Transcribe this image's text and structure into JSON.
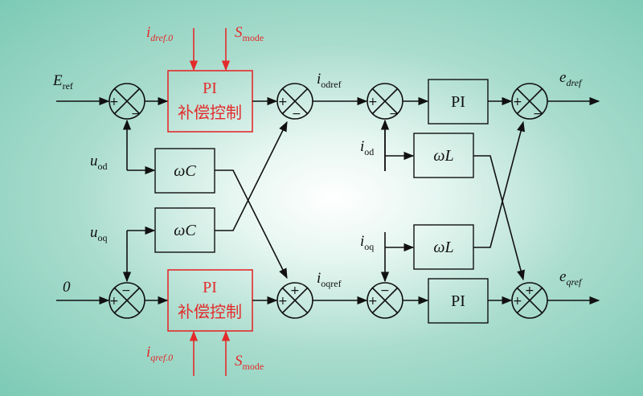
{
  "inputs": {
    "e_ref": "E",
    "e_ref_sub": "ref",
    "zero": "0",
    "u_od": "u",
    "u_od_sub": "od",
    "u_oq": "u",
    "u_oq_sub": "oq",
    "i_od": "i",
    "i_od_sub": "od",
    "i_oq": "i",
    "i_oq_sub": "oq"
  },
  "red_inputs": {
    "i_dref0": "i",
    "i_dref0_sub": "dref.0",
    "i_qref0": "i",
    "i_qref0_sub": "qref.0",
    "s_mode_top": "S",
    "s_mode_top_sub": "mode",
    "s_mode_bottom": "S",
    "s_mode_bottom_sub": "mode"
  },
  "blocks": {
    "pi_comp_line1": "PI",
    "pi_comp_line2": "补偿控制",
    "omega_c": "ωC",
    "omega_l": "ωL",
    "pi": "PI"
  },
  "signals": {
    "i_odref": "i",
    "i_odref_sub": "odref",
    "i_oqref": "i",
    "i_oqref_sub": "oqref"
  },
  "outputs": {
    "e_dref": "e",
    "e_dref_sub": "dref",
    "e_qref": "e",
    "e_qref_sub": "qref"
  },
  "signs": {
    "plus": "+",
    "minus": "−"
  },
  "colors": {
    "accent_red": "#e32b2b",
    "line": "#111111",
    "bg_center": "#ffffff",
    "bg_edge": "#7ccab5"
  }
}
